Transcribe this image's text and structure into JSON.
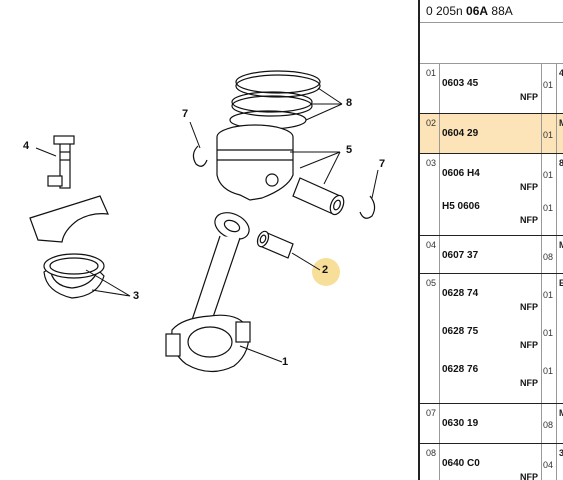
{
  "header": {
    "prefix": "0 205n",
    "code": "06A",
    "suffix": "88A"
  },
  "diagram": {
    "callouts": [
      "1",
      "2",
      "3",
      "4",
      "5",
      "7",
      "7",
      "8"
    ],
    "highlight_color": "#f6dc8e"
  },
  "rows": [
    {
      "idx": "01",
      "parts": [
        {
          "ref": "0603 45",
          "nfp": "NFP",
          "sub": "01"
        }
      ],
      "frag": "4"
    },
    {
      "idx": "02",
      "parts": [
        {
          "ref": "0604 29",
          "nfp": "",
          "sub": "01"
        }
      ],
      "frag": "M",
      "highlight": true
    },
    {
      "idx": "03",
      "parts": [
        {
          "ref": "0606 H4",
          "nfp": "NFP",
          "sub": "01"
        },
        {
          "ref": "H5 0606",
          "nfp": "NFP",
          "sub": "01"
        }
      ],
      "frag": "8"
    },
    {
      "idx": "04",
      "parts": [
        {
          "ref": "0607 37",
          "nfp": "",
          "sub": "08"
        }
      ],
      "frag": "M"
    },
    {
      "idx": "05",
      "parts": [
        {
          "ref": "0628 74",
          "nfp": "NFP",
          "sub": "01"
        },
        {
          "ref": "0628 75",
          "nfp": "NFP",
          "sub": "01"
        },
        {
          "ref": "0628 76",
          "nfp": "NFP",
          "sub": "01"
        }
      ],
      "frag": "E"
    },
    {
      "idx": "07",
      "parts": [
        {
          "ref": "0630 19",
          "nfp": "",
          "sub": "08"
        }
      ],
      "frag": "M"
    },
    {
      "idx": "08",
      "parts": [
        {
          "ref": "0640 C0",
          "nfp": "NFP",
          "sub": "04"
        }
      ],
      "frag": "3"
    }
  ],
  "colors": {
    "highlight_row": "#fde3b8",
    "border": "#222222"
  }
}
